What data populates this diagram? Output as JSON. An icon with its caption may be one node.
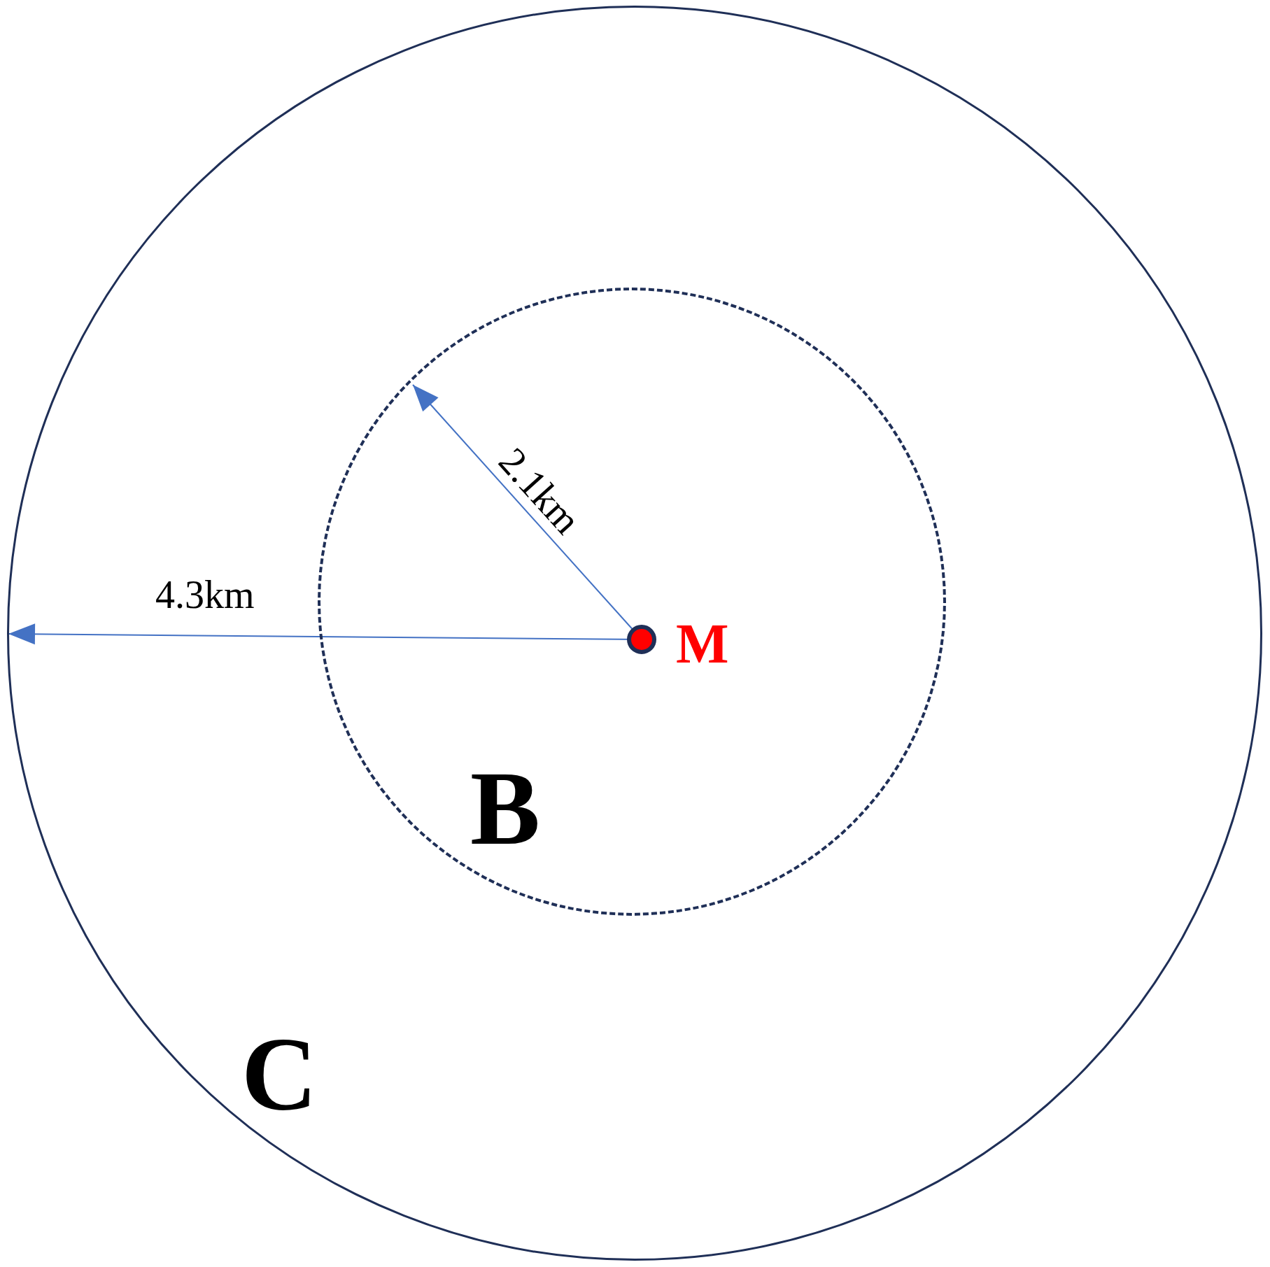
{
  "diagram": {
    "nodes": [
      {
        "text": [
          "C"
        ]
      },
      {
        "text": [
          "B"
        ],
        "in": 0
      },
      {
        "text": [],
        "shape": "circle",
        "beside": [
          "M"
        ],
        "in": 1
      }
    ],
    "labels": [
      "4.3km",
      "2.1km"
    ]
  }
}
